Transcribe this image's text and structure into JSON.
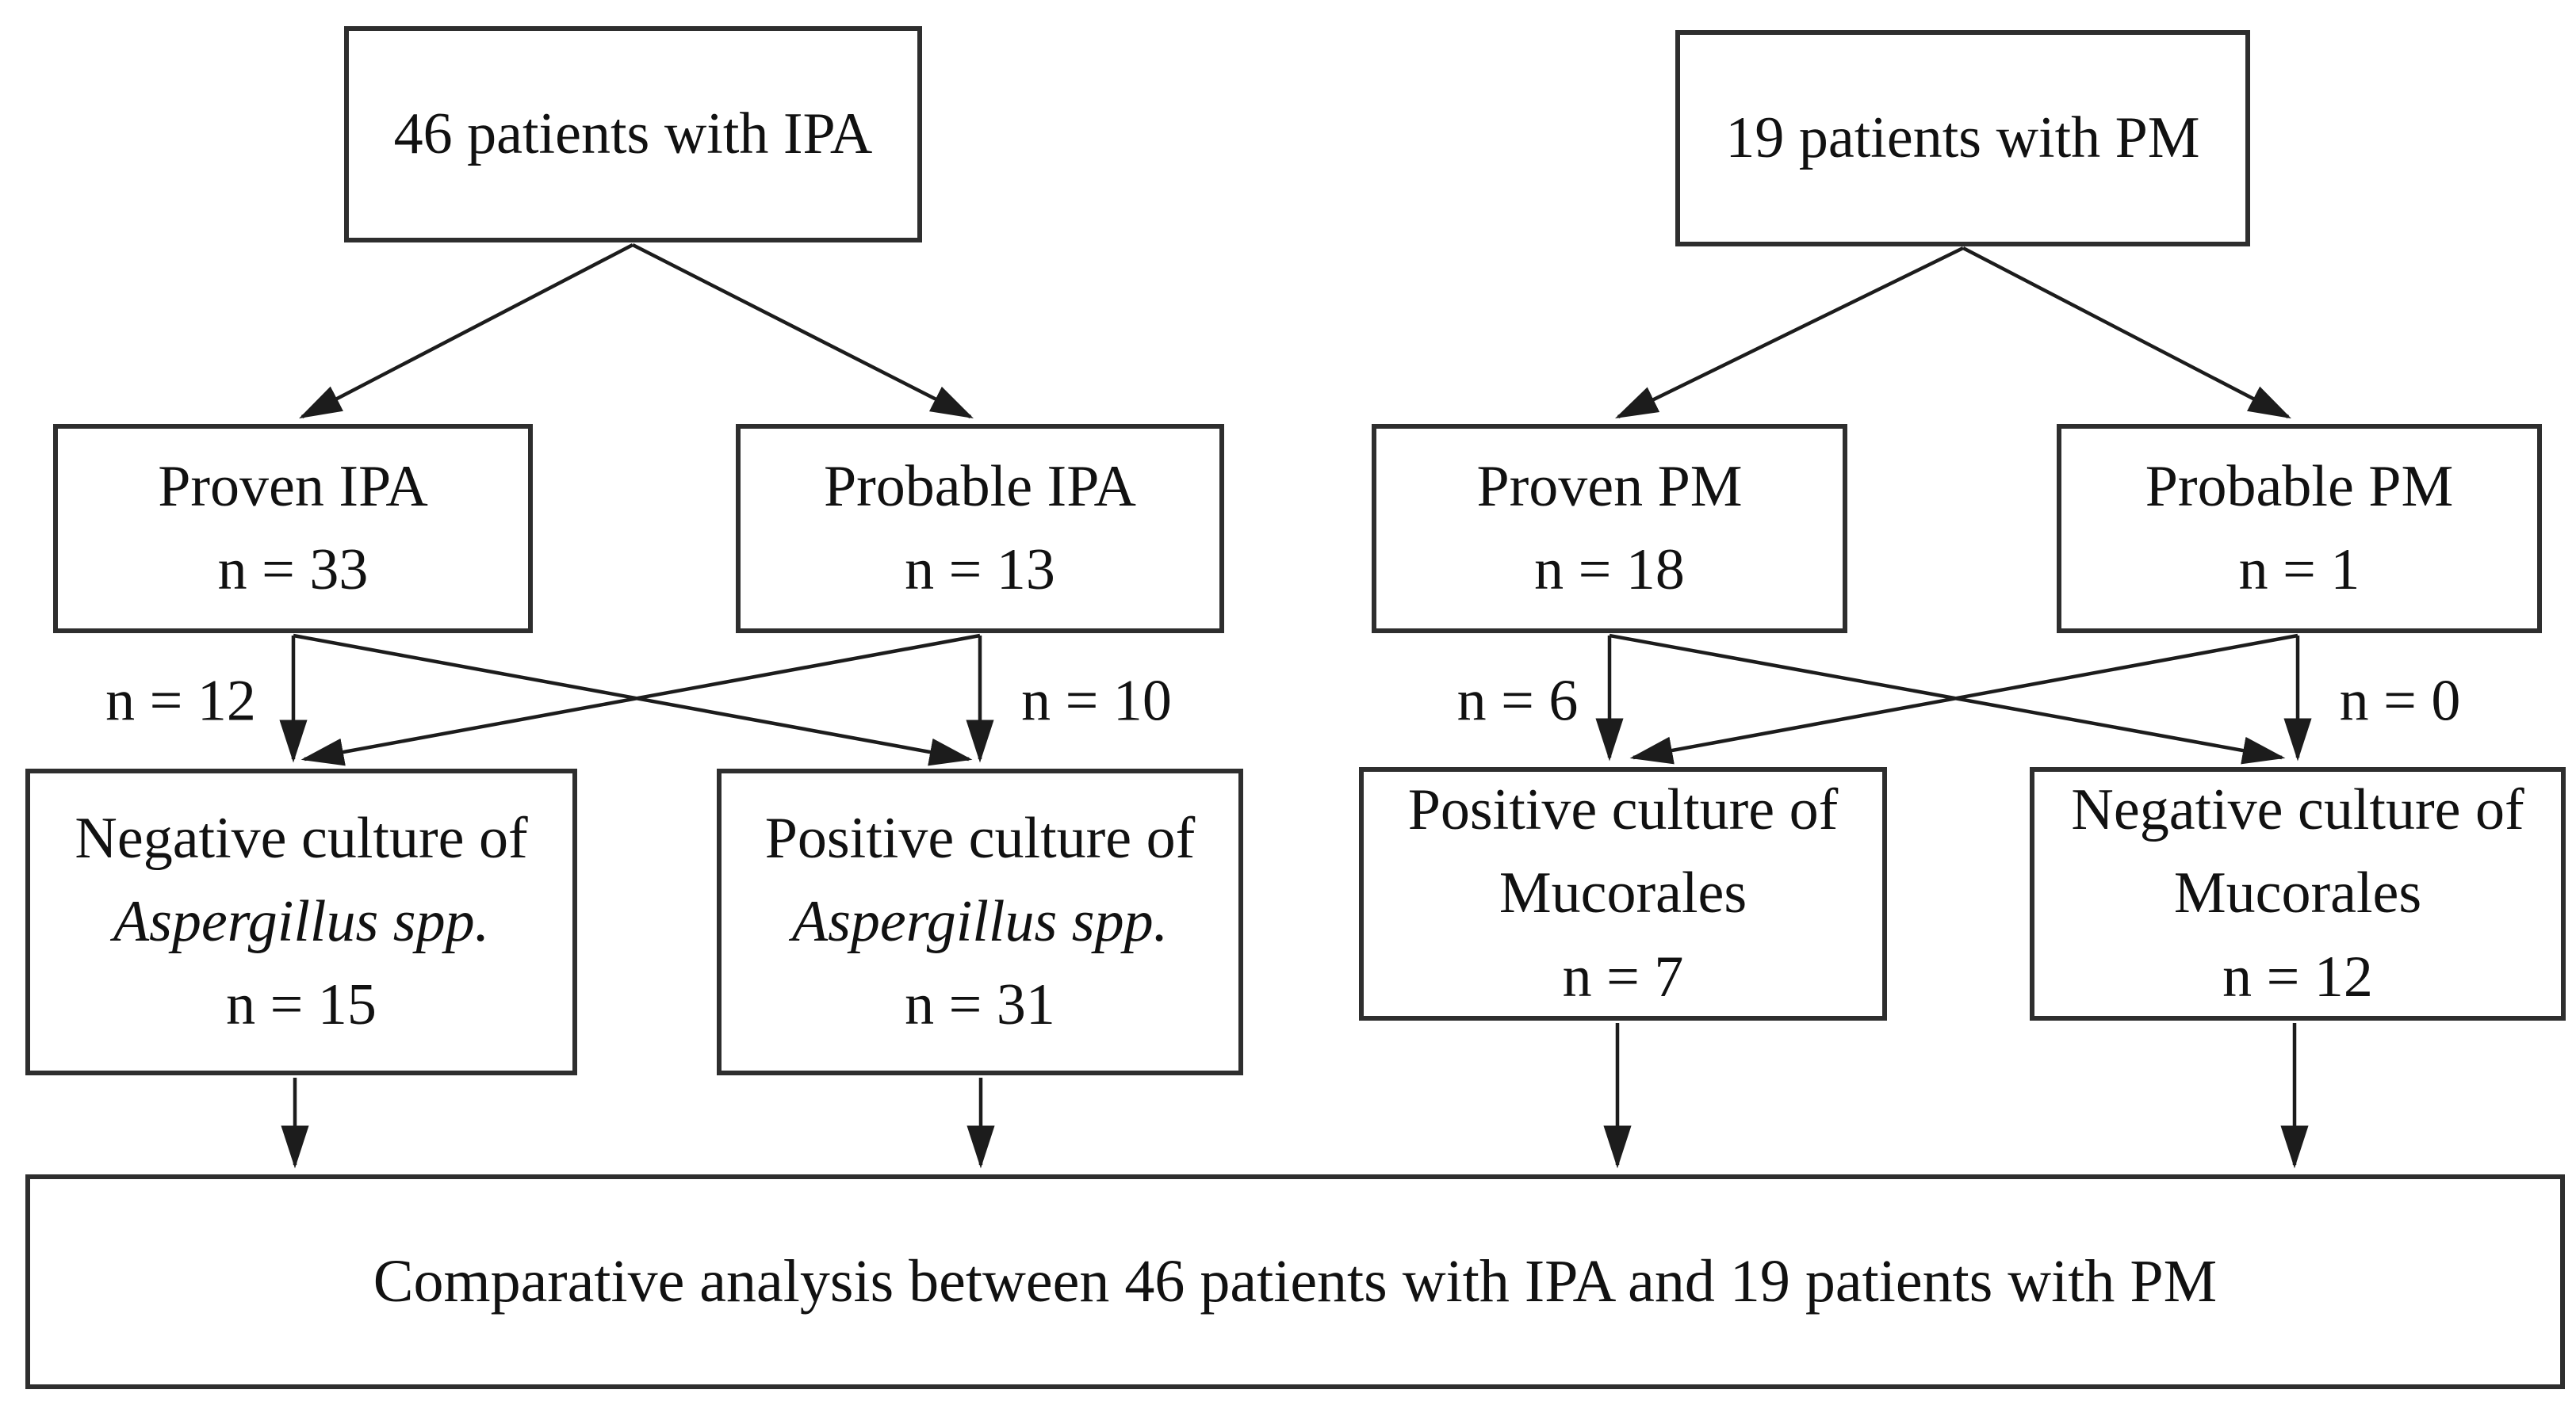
{
  "page": {
    "background_color": "#ffffff",
    "ink_color": "#111111",
    "border_color": "#2e2e2e"
  },
  "flowchart": {
    "ipa": {
      "root_label": "46 patients with IPA",
      "proven_title": "Proven IPA",
      "proven_count": "n = 33",
      "probable_title": "Probable IPA",
      "probable_count": "n = 13",
      "edge_proven_to_negative": "n = 12",
      "edge_probable_to_positive": "n = 10",
      "negative_line1": "Negative culture of",
      "negative_species": "Aspergillus spp.",
      "negative_count": "n = 15",
      "positive_line1": "Positive culture of",
      "positive_species": "Aspergillus spp.",
      "positive_count": "n = 31"
    },
    "pm": {
      "root_label": "19 patients with PM",
      "proven_title": "Proven PM",
      "proven_count": "n = 18",
      "probable_title": "Probable PM",
      "probable_count": "n = 1",
      "edge_proven_to_positive": "n = 6",
      "edge_probable_to_negative": "n = 0",
      "positive_line1": "Positive culture of",
      "positive_species": "Mucorales",
      "positive_count": "n = 7",
      "negative_line1": "Negative culture of",
      "negative_species": "Mucorales",
      "negative_count": "n = 12"
    },
    "footer_label": "Comparative analysis between 46 patients with IPA and 19 patients with PM"
  }
}
